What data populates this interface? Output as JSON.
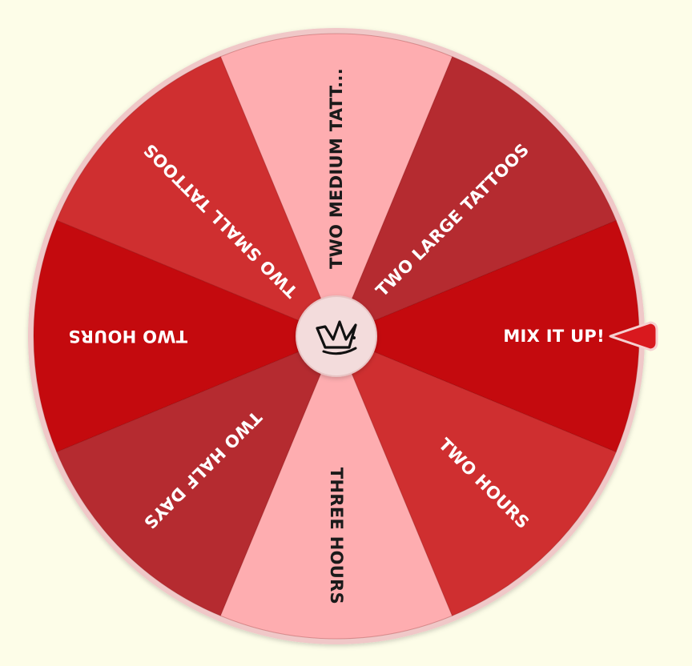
{
  "wheel": {
    "segments": [
      {
        "label": "MIX IT UP!",
        "color": "#c40a0e",
        "text_color": "#ffffff"
      },
      {
        "label": "TWO LARGE TATTOOS",
        "color": "#b52b30",
        "text_color": "#ffffff"
      },
      {
        "label": "TWO MEDIUM TATT...",
        "color": "#feadb0",
        "text_color": "#1a1a1a"
      },
      {
        "label": "TWO SMALL TATTOOS",
        "color": "#cf2f30",
        "text_color": "#ffffff"
      },
      {
        "label": "TWO HOURS",
        "color": "#c40a0e",
        "text_color": "#ffffff"
      },
      {
        "label": "TWO HALF DAYS",
        "color": "#b52b30",
        "text_color": "#ffffff"
      },
      {
        "label": "THREE HOURS",
        "color": "#feadb0",
        "text_color": "#1a1a1a"
      },
      {
        "label": "TWO HOURS",
        "color": "#cf2f30",
        "text_color": "#ffffff"
      }
    ],
    "rim_color": "#f0c8c8",
    "hub_color": "#f3dcdc",
    "pointer_color": "#d9191e",
    "hub_icon": "crown-logo-icon"
  }
}
